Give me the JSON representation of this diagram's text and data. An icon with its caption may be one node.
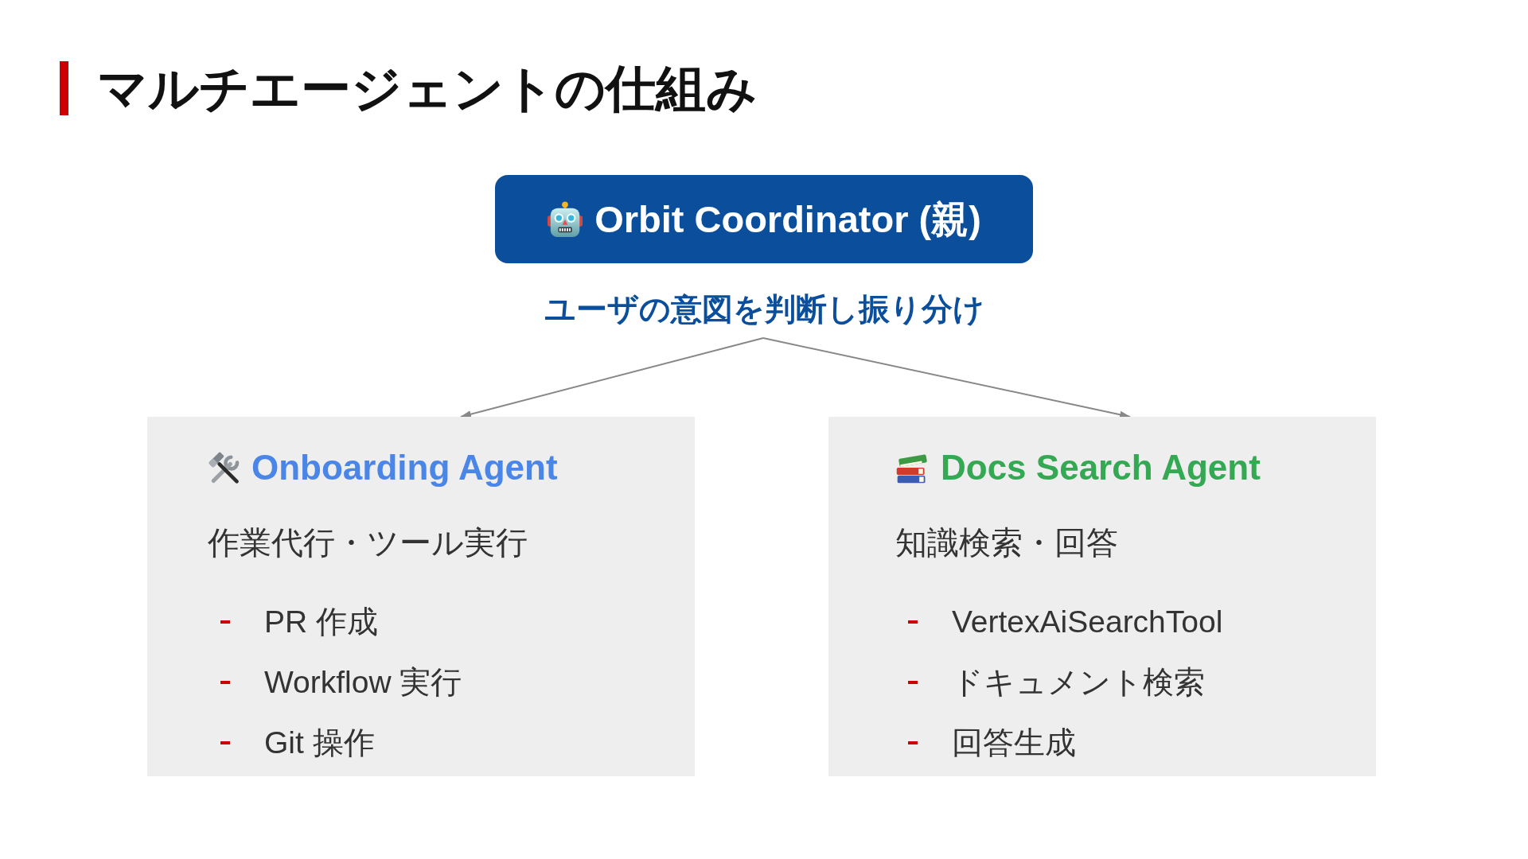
{
  "diagram": {
    "title": "マルチエージェントの仕組み",
    "nodes": [
      {
        "text": [
          "Orbit Coordinator (親)"
        ],
        "beside": [
          "ユーザの意図を判断し振り分け"
        ]
      },
      {
        "text": [
          "Onboarding Agent",
          "作業代行・ツール実行",
          "PR 作成",
          "Workflow 実行",
          "Git 操作"
        ]
      },
      {
        "text": [
          "Docs Search Agent",
          "知識検索・回答",
          "VertexAiSearchTool",
          "ドキュメント検索",
          "回答生成"
        ]
      }
    ],
    "edges": [
      {
        "from": 0,
        "to": 1,
        "arrow": "to"
      },
      {
        "from": 0,
        "to": 2,
        "arrow": "to"
      }
    ]
  }
}
